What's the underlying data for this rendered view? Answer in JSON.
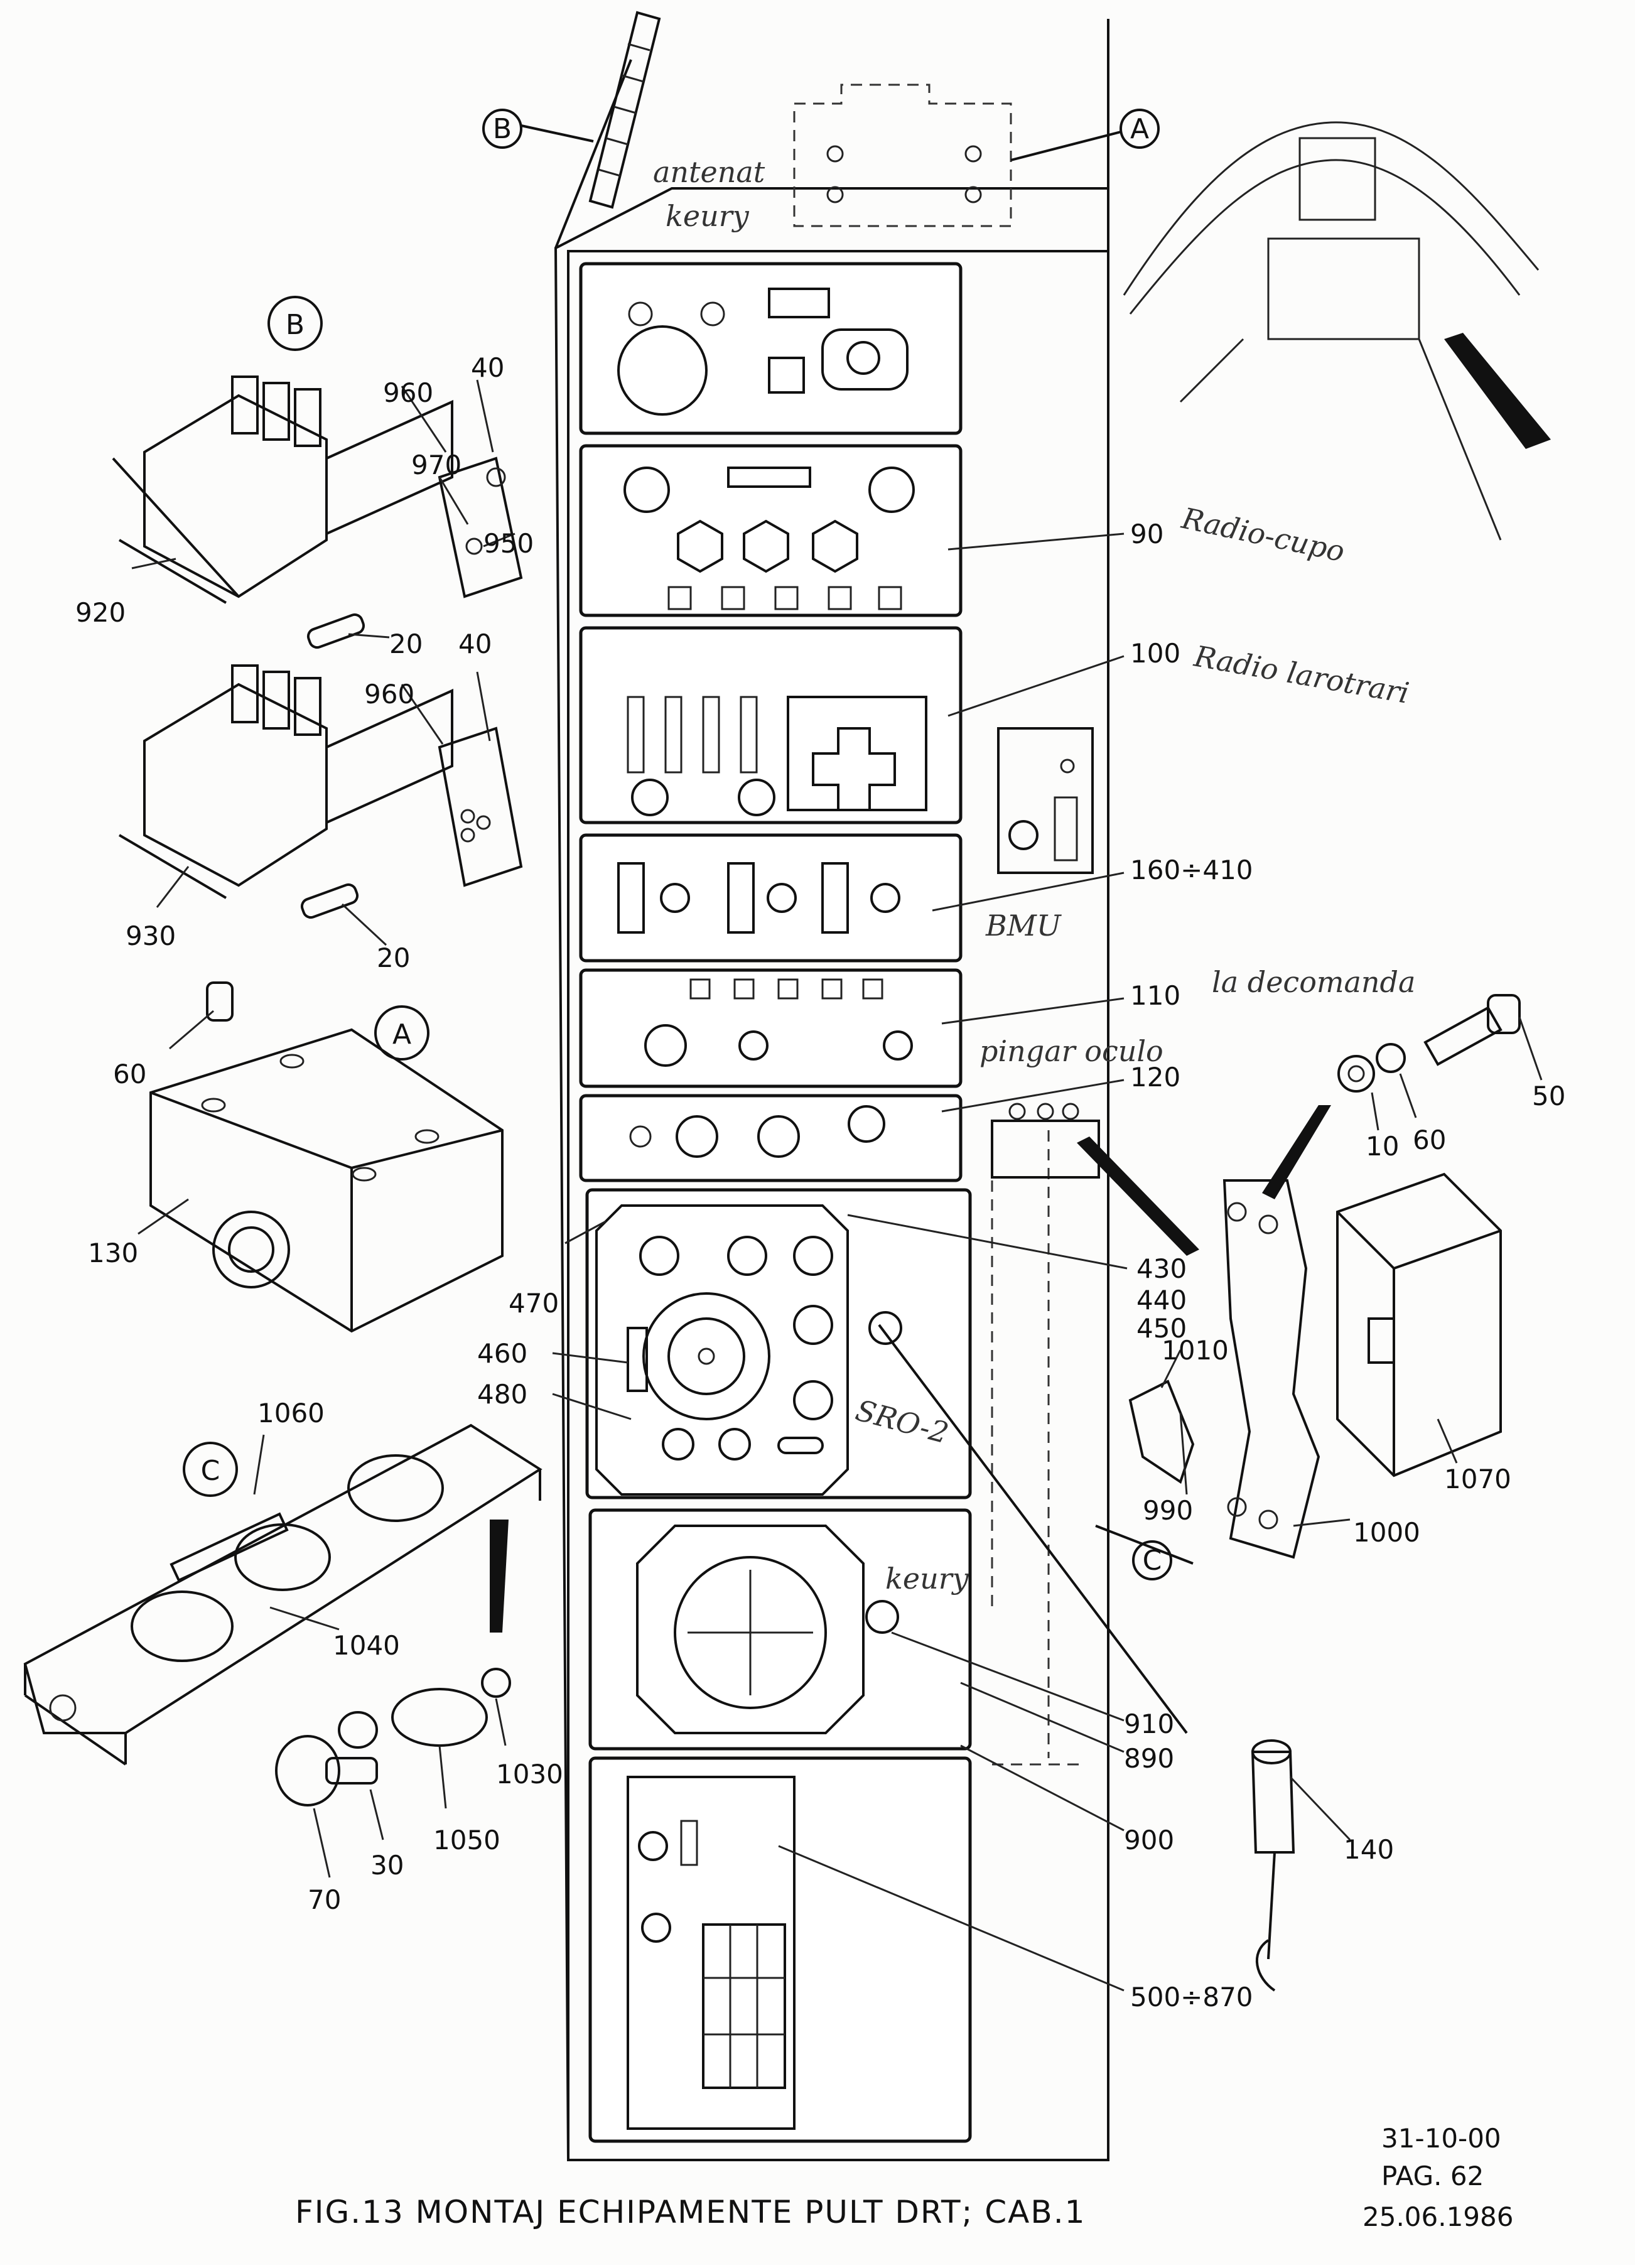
{
  "caption": "FIG.13 MONTAJ  ECHIPAMENTE PULT DRT; CAB.1",
  "page_ref": {
    "code": "31-10-00",
    "page": "PAG. 62",
    "date": "25.06.1986"
  },
  "detail_markers": [
    "A",
    "B",
    "C"
  ],
  "part_numbers": {
    "p10": "10",
    "p20a": "20",
    "p20b": "20",
    "p30": "30",
    "p40a": "40",
    "p40b": "40",
    "p50": "50",
    "p60": "60",
    "p60b": "60",
    "p70": "70",
    "p90": "90",
    "p100": "100",
    "p110": "110",
    "p120": "120",
    "p130": "130",
    "p140": "140",
    "p160_410": "160÷410",
    "p430": "430",
    "p440": "440",
    "p450": "450",
    "p460": "460",
    "p470": "470",
    "p480": "480",
    "p500_870": "500÷870",
    "p890": "890",
    "p900": "900",
    "p910": "910",
    "p920": "920",
    "p930": "930",
    "p950": "950",
    "p960a": "960",
    "p960b": "960",
    "p970": "970",
    "p990": "990",
    "p1000": "1000",
    "p1010": "1010",
    "p1030": "1030",
    "p1040": "1040",
    "p1050": "1050",
    "p1060": "1060",
    "p1070": "1070"
  },
  "handwritten_notes": {
    "antenna": "antenat",
    "antenna2": "keury",
    "radio1": "Radio-cupo",
    "radio2": "Radio larotrari",
    "bmu": "BMU",
    "telecom": "la decomanda",
    "pingar": "pingar oculo",
    "sro": "SRO-2",
    "keury2": "keury"
  },
  "colors": {
    "ink": "#111111",
    "paper": "#fcfcfb",
    "pencil": "#333333"
  }
}
